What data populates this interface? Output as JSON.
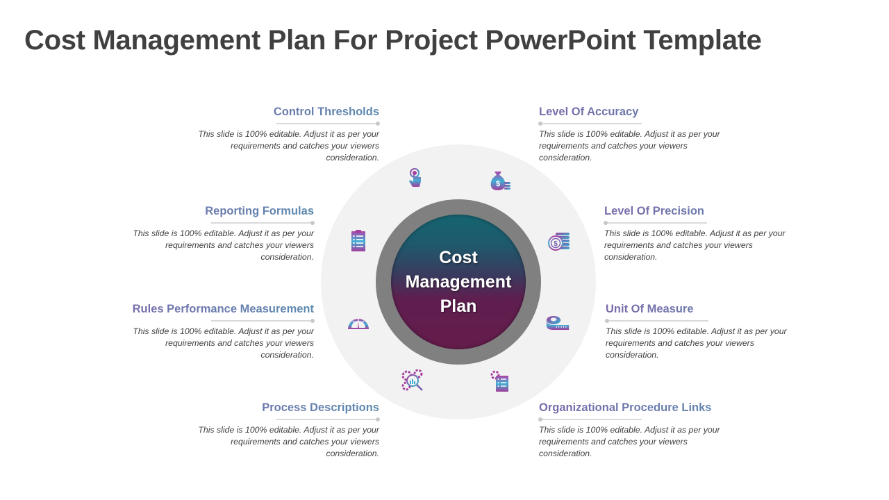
{
  "slide": {
    "title": "Cost Management Plan For Project PowerPoint Template",
    "center": {
      "line1": "Cost",
      "line2": "Management",
      "line3": "Plan"
    },
    "colors": {
      "title": "#404040",
      "heading_gradient_start": "#7a6aaa",
      "heading_gradient_end": "#5c8ab0",
      "outer_ring": "#f2f2f2",
      "gray_ring": "#808080",
      "core_top": "#156470",
      "core_bottom": "#651c4c",
      "icon_gradient_start": "#2fb8d6",
      "icon_gradient_end": "#a43c9c"
    },
    "items": [
      {
        "heading": "Control Thresholds",
        "description": "This slide is 100% editable. Adjust it as per your requirements and catches your viewers consideration.",
        "icon": "touch-hand-icon",
        "side": "left"
      },
      {
        "heading": "Level Of Accuracy",
        "description": "This slide is 100% editable. Adjust it as per your requirements and catches your viewers consideration.",
        "icon": "money-bag-icon",
        "side": "right"
      },
      {
        "heading": "Reporting Formulas",
        "description": "This slide is 100% editable. Adjust it as per your requirements and catches your viewers consideration.",
        "icon": "clipboard-checklist-icon",
        "side": "left"
      },
      {
        "heading": "Level Of Precision",
        "description": "This slide is 100% editable. Adjust it as per your requirements and catches your viewers consideration.",
        "icon": "coin-stack-icon",
        "side": "right"
      },
      {
        "heading": "Rules Performance Measurement",
        "description": "This slide is 100% editable. Adjust it as per your requirements and catches your viewers consideration.",
        "icon": "gauge-icon",
        "side": "left"
      },
      {
        "heading": "Unit Of Measure",
        "description": "This slide is 100% editable. Adjust it as per your requirements and catches your viewers consideration.",
        "icon": "measuring-tape-icon",
        "side": "right"
      },
      {
        "heading": "Process Descriptions",
        "description": "This slide is 100% editable. Adjust it as per your requirements and catches your viewers consideration.",
        "icon": "gear-analytics-icon",
        "side": "left"
      },
      {
        "heading": "Organizational Procedure Links",
        "description": "This slide is 100% editable. Adjust it as per your requirements and catches your viewers consideration.",
        "icon": "gear-document-icon",
        "side": "right"
      }
    ]
  }
}
